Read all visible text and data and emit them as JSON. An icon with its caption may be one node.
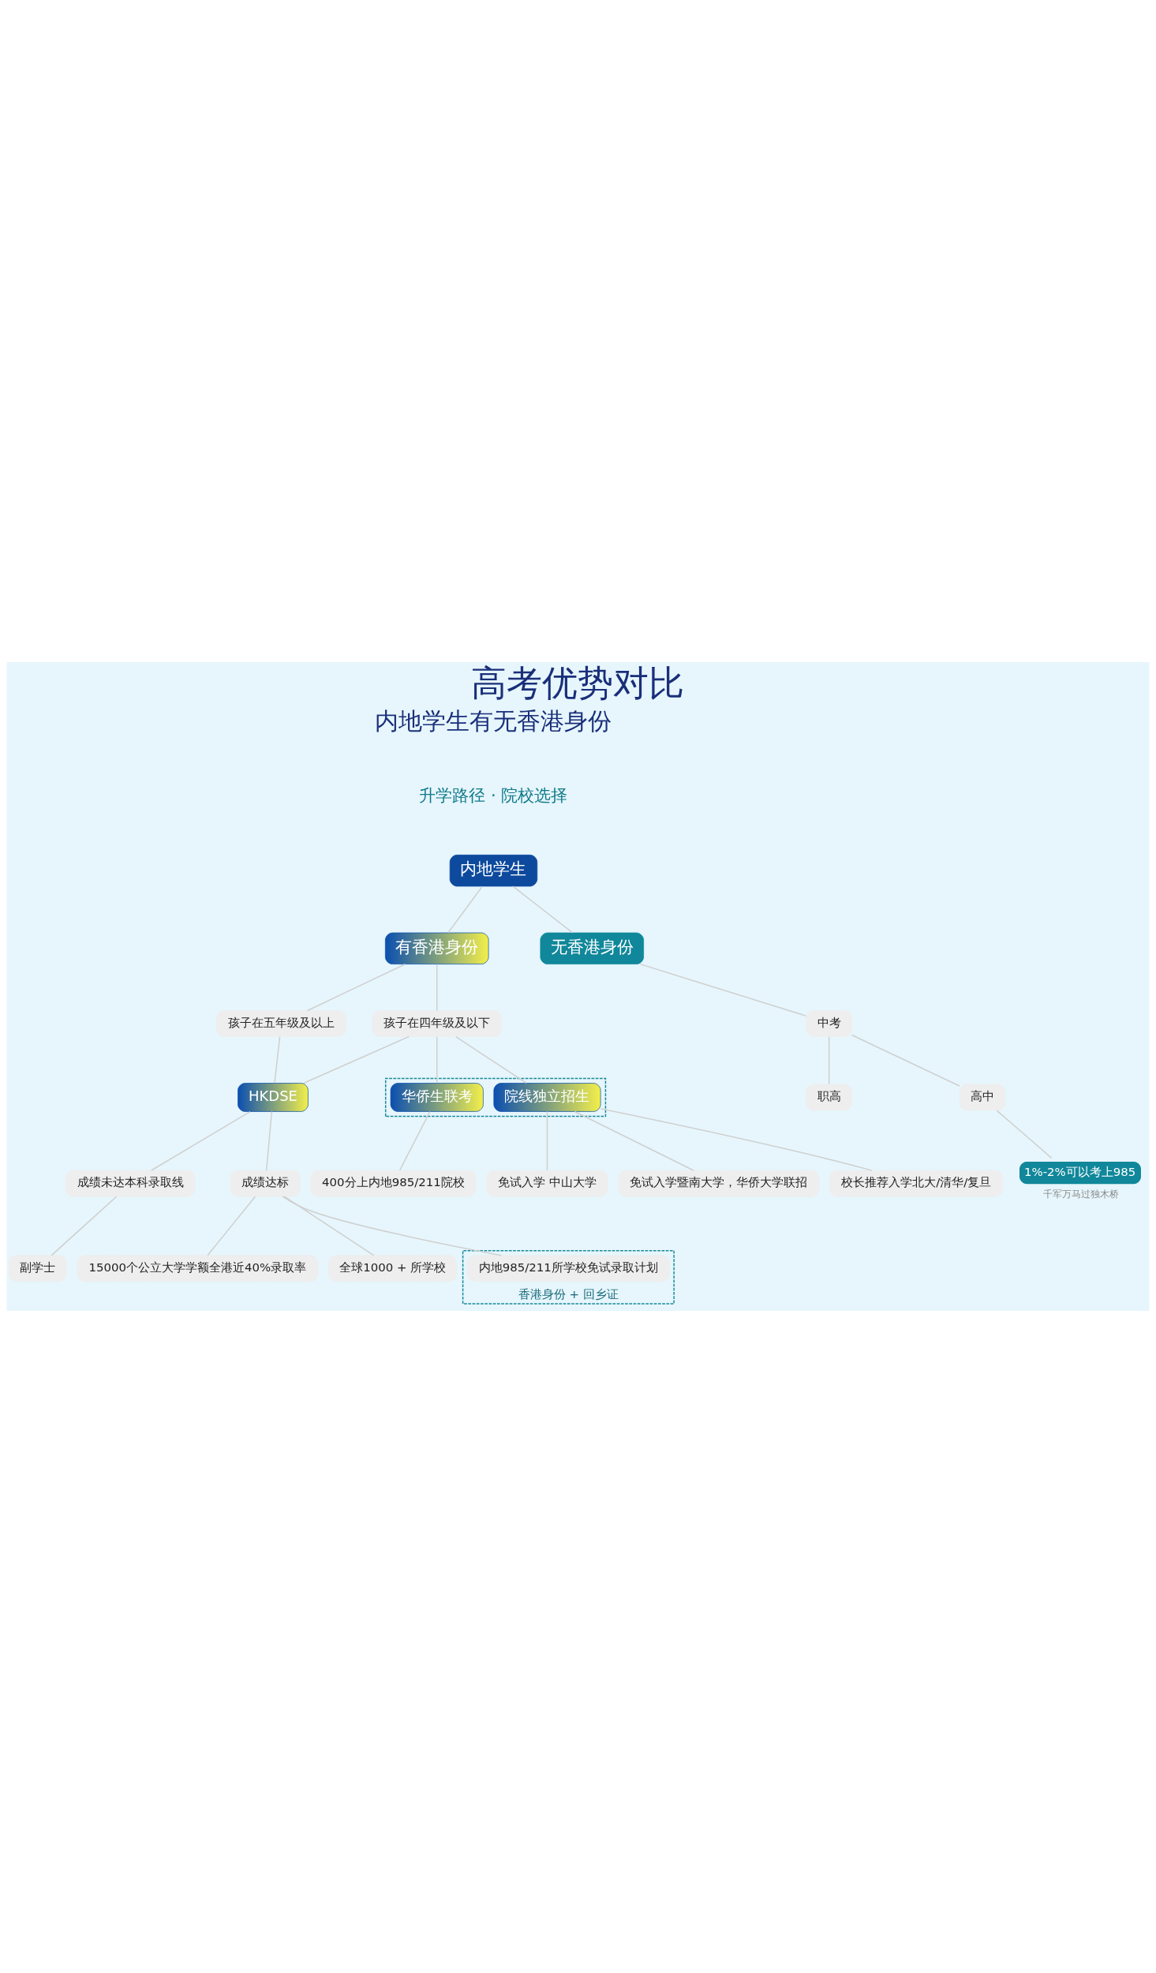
{
  "diagram": {
    "title": "高考优势对比",
    "nodes": [
      {
        "text": [
          "内地学生"
        ]
      },
      {
        "text": [
          "有香港身份"
        ]
      },
      {
        "text": [
          "无香港身份"
        ]
      },
      {
        "text": [
          "孩子在五年级及以上"
        ]
      },
      {
        "text": [
          "孩子在四年级及以下"
        ]
      },
      {
        "text": [
          "中考"
        ]
      },
      {
        "text": [
          "职高"
        ]
      },
      {
        "text": [
          "高中"
        ]
      },
      {
        "text": [
          "HKDSE"
        ]
      },
      {
        "text": [],
        "shape": "box"
      },
      {
        "text": [
          "华侨生联考"
        ],
        "in": 9
      },
      {
        "text": [
          "院线独立招生"
        ],
        "in": 9
      },
      {
        "text": [
          "1%-2%可以考上985"
        ],
        "beside": [
          "千军万马过独木桥"
        ]
      },
      {
        "text": [
          "成绩未达本科录取线"
        ]
      },
      {
        "text": [
          "成绩达标"
        ]
      },
      {
        "text": [
          "400分上内地985/211院校"
        ]
      },
      {
        "text": [
          "免试入学 中山大学"
        ]
      },
      {
        "text": [
          "免试入学暨南大学，华侨大学联招"
        ]
      },
      {
        "text": [
          "校长推荐入学北大/清华/复旦"
        ]
      },
      {
        "text": [
          "副学士"
        ]
      },
      {
        "text": [
          "15000个公立大学学额全港近40%录取率"
        ]
      },
      {
        "text": [
          "全球1000 + 所学校"
        ]
      },
      {
        "text": [
          "香港身份 + 回乡证"
        ]
      },
      {
        "text": [
          "内地985/211所学校免试录取计划"
        ],
        "in": 22
      }
    ],
    "edges": [
      {
        "from": 0,
        "to": 1,
        "arrow": "none"
      },
      {
        "from": 0,
        "to": 2,
        "arrow": "none"
      },
      {
        "from": 1,
        "to": 3,
        "arrow": "none"
      },
      {
        "from": 1,
        "to": 4,
        "arrow": "none"
      },
      {
        "from": 2,
        "to": 5,
        "arrow": "none"
      },
      {
        "from": 5,
        "to": 6,
        "arrow": "none"
      },
      {
        "from": 5,
        "to": 7,
        "arrow": "none"
      },
      {
        "from": 3,
        "to": 8,
        "arrow": "none"
      },
      {
        "from": 4,
        "to": 8,
        "arrow": "none"
      },
      {
        "from": 4,
        "to": 10,
        "arrow": "none"
      },
      {
        "from": 4,
        "to": 11,
        "arrow": "none"
      },
      {
        "from": 7,
        "to": 12,
        "arrow": "none"
      },
      {
        "from": 8,
        "to": 13,
        "arrow": "none"
      },
      {
        "from": 8,
        "to": 14,
        "arrow": "none"
      },
      {
        "from": 10,
        "to": 15,
        "arrow": "none"
      },
      {
        "from": 11,
        "to": 16,
        "arrow": "none"
      },
      {
        "from": 11,
        "to": 17,
        "arrow": "none"
      },
      {
        "from": 11,
        "to": 18,
        "arrow": "none"
      },
      {
        "from": 13,
        "to": 19,
        "arrow": "none"
      },
      {
        "from": 14,
        "to": 20,
        "arrow": "none"
      },
      {
        "from": 14,
        "to": 21,
        "arrow": "none"
      },
      {
        "from": 14,
        "to": 23,
        "arrow": "none"
      }
    ],
    "labels": [
      "内地学生有无香港身份",
      "升学路径 · 院校选择"
    ]
  }
}
